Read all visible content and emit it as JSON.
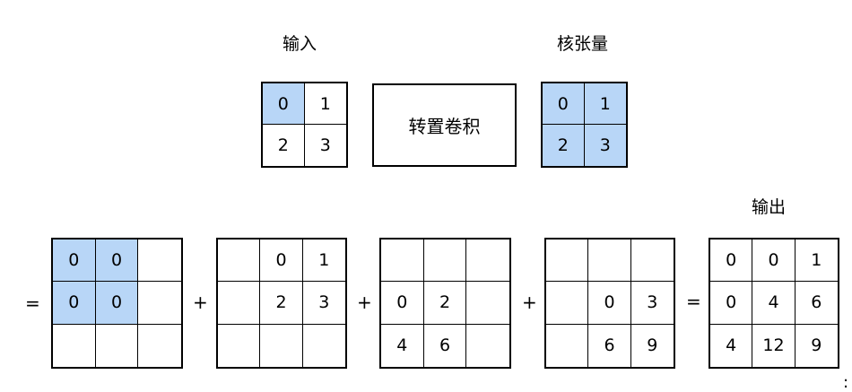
{
  "labels": {
    "input": "输入",
    "kernel": "核张量",
    "output": "输出",
    "operation": "转置卷积"
  },
  "operators": {
    "eq": "=",
    "plus": "+",
    "colon": ":"
  },
  "input": {
    "values": [
      "0",
      "1",
      "2",
      "3"
    ],
    "highlight": [
      0
    ]
  },
  "kernel": {
    "values": [
      "0",
      "1",
      "2",
      "3"
    ],
    "highlight": [
      0,
      1,
      2,
      3
    ]
  },
  "partials": [
    {
      "values": [
        "0",
        "0",
        "",
        "0",
        "0",
        "",
        "",
        "",
        ""
      ],
      "highlight": [
        0,
        1,
        3,
        4
      ]
    },
    {
      "values": [
        "",
        "0",
        "1",
        "",
        "2",
        "3",
        "",
        "",
        ""
      ],
      "highlight": []
    },
    {
      "values": [
        "",
        "",
        "",
        "0",
        "2",
        "",
        "4",
        "6",
        ""
      ],
      "highlight": []
    },
    {
      "values": [
        "",
        "",
        "",
        "",
        "0",
        "3",
        "",
        "6",
        "9"
      ],
      "highlight": []
    }
  ],
  "output": {
    "values": [
      "0",
      "0",
      "1",
      "0",
      "4",
      "6",
      "4",
      "12",
      "9"
    ],
    "highlight": []
  }
}
